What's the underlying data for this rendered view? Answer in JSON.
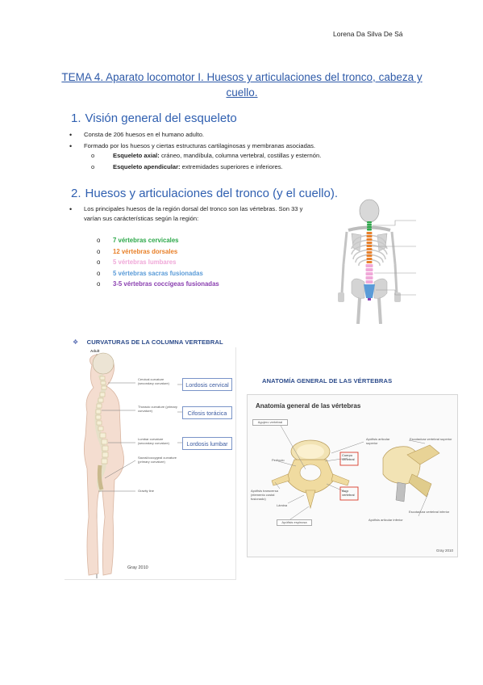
{
  "header": {
    "author": "Lorena Da Silva De Sá"
  },
  "title": "TEMA 4. Aparato locomotor I. Huesos y articulaciones del tronco, cabeza y cuello.",
  "section1": {
    "number": "1.",
    "heading": "Visión general del esqueleto",
    "bullets": [
      "Consta de 206 huesos en el humano adulto.",
      "Formado por los huesos y ciertas estructuras cartilaginosas y membranas asociadas."
    ],
    "subitems": [
      {
        "label": "Esqueleto axial:",
        "text": " cráneo, mandíbula, columna vertebral, costillas y esternón."
      },
      {
        "label": "Esqueleto apendicular:",
        "text": " extremidades superiores e inferiores."
      }
    ]
  },
  "section2": {
    "number": "2.",
    "heading": "Huesos y articulaciones del tronco (y el cuello).",
    "bullet": "Los principales huesos de la región dorsal del tronco son las vértebras. Son 33 y varían sus carácterísticas según la región:",
    "vertebrae": [
      {
        "text": "7 vértebras cervicales",
        "color": "#2da84a"
      },
      {
        "text": "12 vértebras dorsales",
        "color": "#e8802a"
      },
      {
        "text": "5 vértebras lumbares",
        "color": "#f0a8d8"
      },
      {
        "text": "5 vértebras sacras fusionadas",
        "color": "#5a9bd8"
      },
      {
        "text": "3-5 vértebras coccígeas fusionadas",
        "color": "#8a3fb0"
      }
    ]
  },
  "curvaturas": {
    "caption": "CURVATURAS DE LA COLUMNA VERTEBRAL",
    "adult": "Adult",
    "labels": [
      "Cervical curvature (secondary curvature)",
      "Thoracic curvature (primary curvature)",
      "Lumbar curvature (secondary curvature)",
      "Sacral/coccygeal curvature (primary curvature)",
      "Gravity line"
    ],
    "boxes": [
      "Lordosis cervical",
      "Cifosis torácica",
      "Lordosis lumbar"
    ],
    "credit": "Gray 2010"
  },
  "anatomia": {
    "caption": "ANATOMÍA GENERAL DE LAS VÉRTEBRAS",
    "figure_title": "Anatomía general de las vértebras",
    "labels": [
      "Agujero vertebral",
      "Pedículo",
      "Cuerpo vertebral",
      "Apófisis articular superior",
      "Escotadura vertebral superior",
      "Apófisis transversa (elemento costal fusionado)",
      "Arco vertebral",
      "Lámina",
      "Apófisis espinosa",
      "Apófisis articular inferior",
      "Escotadura vertebral inferior"
    ],
    "credit": "Gray 2010"
  }
}
